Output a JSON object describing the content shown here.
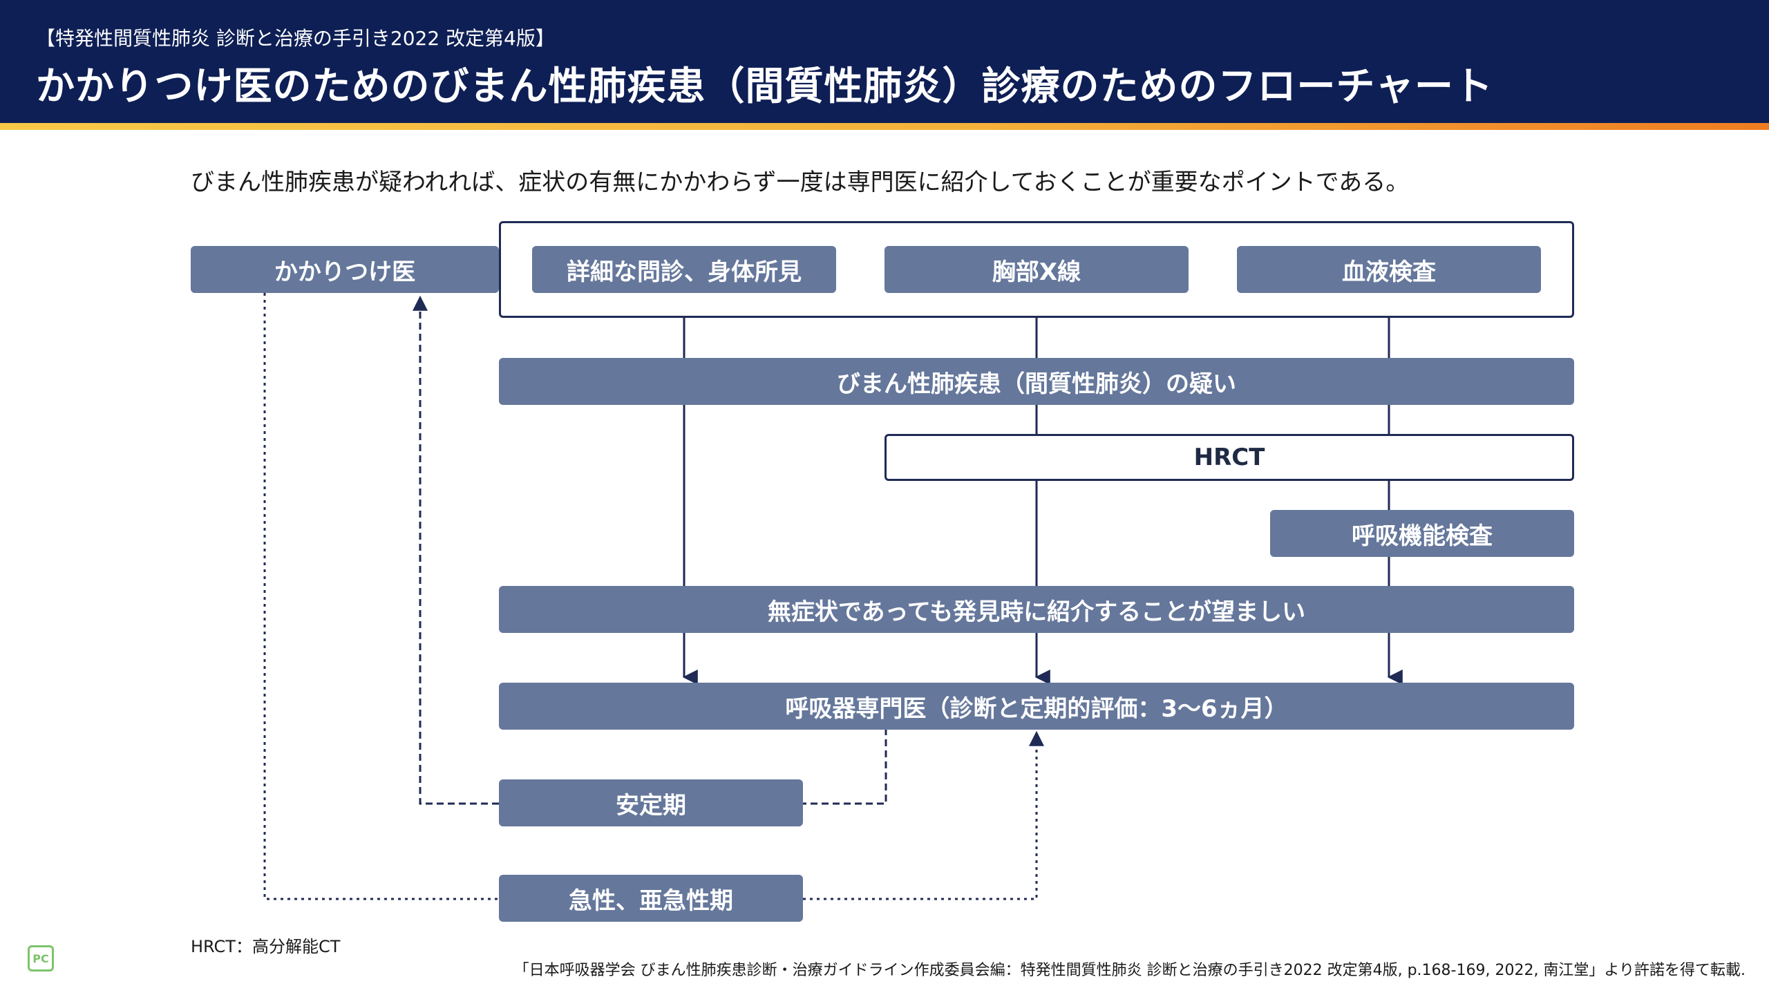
{
  "header": {
    "subtitle": "【特発性間質性肺炎 診断と治療の手引き2022 改定第4版】",
    "title": "かかりつけ医のためのびまん性肺疾患（間質性肺炎）診療のためのフローチャート"
  },
  "lead": "びまん性肺疾患が疑われれば、症状の有無にかかわらず一度は専門医に紹介しておくことが重要なポイントである。",
  "flow": {
    "kakaritsuke": "かかりつけ医",
    "exam1": "詳細な問診、身体所見",
    "exam2": "胸部X線",
    "exam3": "血液検査",
    "suspicion": "びまん性肺疾患（間質性肺炎）の疑い",
    "hrct": "HRCT",
    "pft": "呼吸機能検査",
    "refer": "無症状であっても発見時に紹介することが望ましい",
    "specialist": "呼吸器専門医（診断と定期的評価：3〜6ヵ月）",
    "stable": "安定期",
    "acute": "急性、亜急性期"
  },
  "footer": {
    "note": "HRCT：高分解能CT",
    "source": "「日本呼吸器学会 びまん性肺疾患診断・治療ガイドライン作成委員会編：特発性間質性肺炎 診断と治療の手引き2022 改定第4版, p.168-169, 2022, 南江堂」より許諾を得て転載.",
    "logo": "PC"
  },
  "colors": {
    "header_bg": "#0e1f55",
    "box_fill": "#65779b",
    "line": "#1f2a55",
    "accent_stripe": "#f4b13a"
  }
}
